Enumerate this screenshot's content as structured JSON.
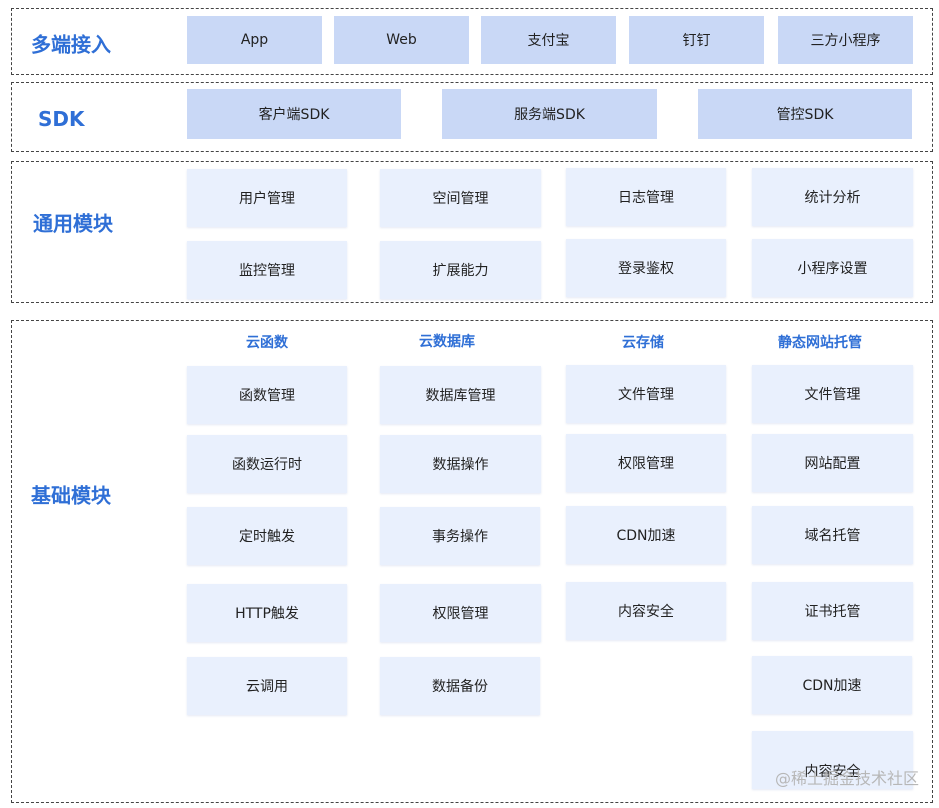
{
  "layers": {
    "access": {
      "title": "多端接入",
      "items": [
        "App",
        "Web",
        "支付宝",
        "钉钉",
        "三方小程序"
      ]
    },
    "sdk": {
      "title": "SDK",
      "items": [
        "客户端SDK",
        "服务端SDK",
        "管控SDK"
      ]
    },
    "common": {
      "title": "通用模块",
      "items": [
        "用户管理",
        "空间管理",
        "日志管理",
        "统计分析",
        "监控管理",
        "扩展能力",
        "登录鉴权",
        "小程序设置"
      ]
    },
    "base": {
      "title": "基础模块",
      "columns": [
        {
          "title": "云函数",
          "items": [
            "函数管理",
            "函数运行时",
            "定时触发",
            "HTTP触发",
            "云调用"
          ]
        },
        {
          "title": "云数据库",
          "items": [
            "数据库管理",
            "数据操作",
            "事务操作",
            "权限管理",
            "数据备份"
          ]
        },
        {
          "title": "云存储",
          "items": [
            "文件管理",
            "权限管理",
            "CDN加速",
            "内容安全"
          ]
        },
        {
          "title": "静态网站托管",
          "items": [
            "文件管理",
            "网站配置",
            "域名托管",
            "证书托管",
            "CDN加速",
            "内容安全"
          ]
        }
      ]
    }
  },
  "watermark": "@稀土掘金技术社区"
}
